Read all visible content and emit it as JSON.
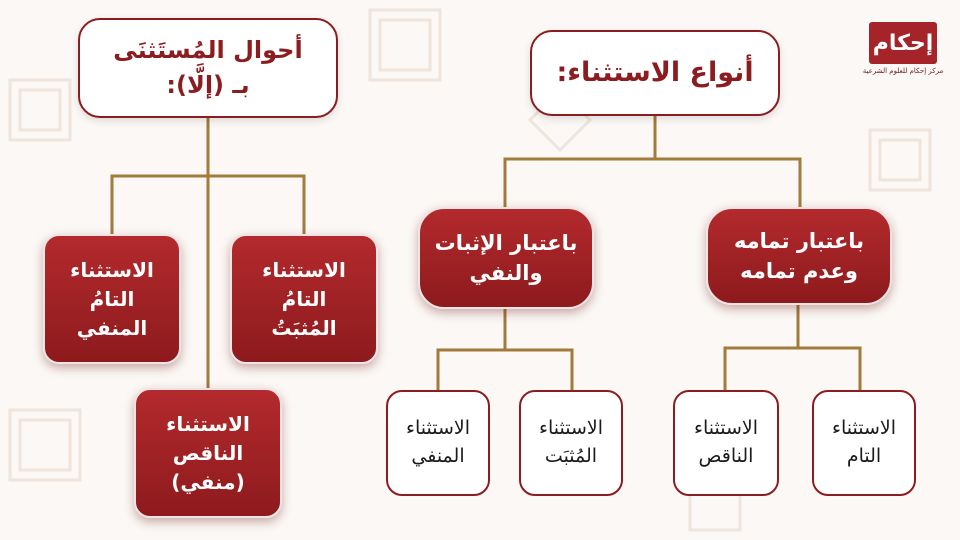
{
  "logo": {
    "name": "إحكام",
    "subtitle": "مركز إحكام للعلوم الشرعية"
  },
  "colors": {
    "accent": "#8b1c1f",
    "connector": "#a17a3c",
    "node_text": "#ffffff"
  },
  "types": {
    "title": "أنواع الاستثناء:",
    "by_completeness": {
      "label": "باعتبار تمامه\nوعدم تمامه",
      "children": [
        "الاستثناء\nالتام",
        "الاستثناء\nالناقص"
      ]
    },
    "by_affirmation": {
      "label": "باعتبار الإثبات\nوالنفي",
      "children": [
        "الاستثناء\nالمُثبَت",
        "الاستثناء\nالمنفي"
      ]
    }
  },
  "states": {
    "title": "أحوال المُستَثنَى\nبـ (إلَّا):",
    "children": [
      "الاستثناء\nالتامُ\nالمُثبَتُ",
      "الاستثناء\nالتامُ\nالمنفي",
      "الاستثناء\nالناقص\n(منفي)"
    ]
  }
}
